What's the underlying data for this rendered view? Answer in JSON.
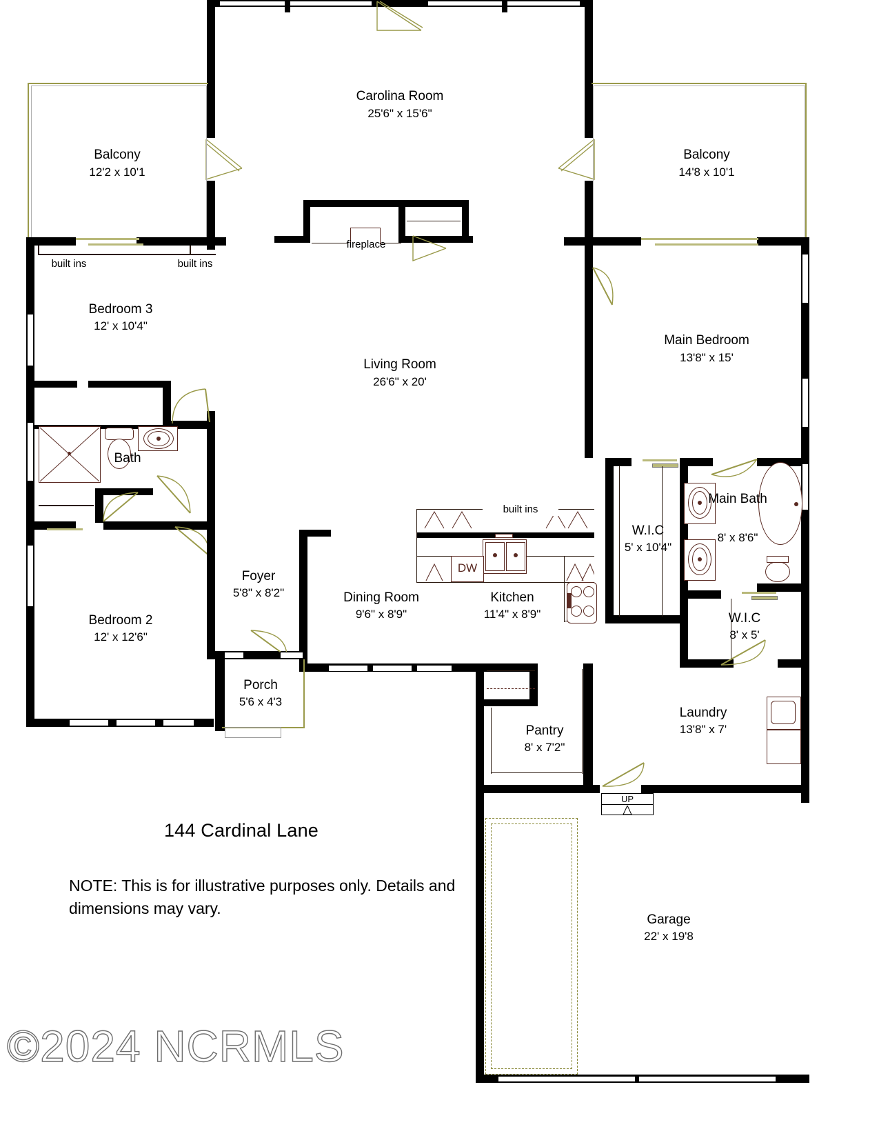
{
  "document": {
    "title": "144 Cardinal Lane",
    "note": "NOTE: This is for illustrative purposes only. Details and dimensions may vary.",
    "watermark": "©2024 NCRMLS"
  },
  "rooms": [
    {
      "key": "carolina_room",
      "name": "Carolina Room",
      "dim": "25'6\" x 15'6\""
    },
    {
      "key": "balcony_left",
      "name": "Balcony",
      "dim": "12'2 x 10'1"
    },
    {
      "key": "balcony_right",
      "name": "Balcony",
      "dim": "14'8 x 10'1"
    },
    {
      "key": "bedroom_3",
      "name": "Bedroom 3",
      "dim": "12' x 10'4\""
    },
    {
      "key": "bedroom_2",
      "name": "Bedroom 2",
      "dim": "12' x 12'6\""
    },
    {
      "key": "bath",
      "name": "Bath",
      "dim": ""
    },
    {
      "key": "living_room",
      "name": "Living Room",
      "dim": "26'6\" x 20'"
    },
    {
      "key": "main_bedroom",
      "name": "Main Bedroom",
      "dim": "13'8\" x 15'"
    },
    {
      "key": "wic_main",
      "name": "W.I.C",
      "dim": "5' x 10'4\""
    },
    {
      "key": "main_bath",
      "name": "Main Bath",
      "dim": "8' x 8'6\""
    },
    {
      "key": "wic_small",
      "name": "W.I.C",
      "dim": "8' x 5'"
    },
    {
      "key": "laundry",
      "name": "Laundry",
      "dim": "13'8\" x 7'"
    },
    {
      "key": "foyer",
      "name": "Foyer",
      "dim": "5'8\" x 8'2\""
    },
    {
      "key": "dining_room",
      "name": "Dining Room",
      "dim": "9'6\" x 8'9\""
    },
    {
      "key": "kitchen",
      "name": "Kitchen",
      "dim": "11'4\" x 8'9\""
    },
    {
      "key": "porch",
      "name": "Porch",
      "dim": "5'6 x 4'3"
    },
    {
      "key": "pantry",
      "name": "Pantry",
      "dim": "8' x 7'2\""
    },
    {
      "key": "garage",
      "name": "Garage",
      "dim": "22' x 19'8"
    }
  ],
  "annotations": {
    "fireplace": "fireplace",
    "built_ins_left": "built ins",
    "built_ins_right": "built ins",
    "built_ins_kitchen": "built ins",
    "stairs_up": "UP",
    "dishwasher": "DW"
  },
  "colors": {
    "wall": "#000000",
    "fixture": "#5a2a22",
    "door_swing": "#9a9a4a",
    "background": "#ffffff",
    "watermark": "#6e6e6e"
  }
}
